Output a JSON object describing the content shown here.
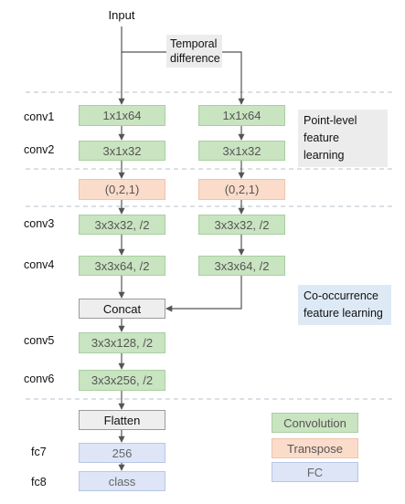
{
  "input_label": "Input",
  "temporal_label_line1": "Temporal",
  "temporal_label_line2": "difference",
  "rows": {
    "conv1": "conv1",
    "conv2": "conv2",
    "conv3": "conv3",
    "conv4": "conv4",
    "conv5": "conv5",
    "conv6": "conv6",
    "fc7": "fc7",
    "fc8": "fc8"
  },
  "left_branch": {
    "conv1": "1x1x64",
    "conv2": "3x1x32",
    "transpose": "(0,2,1)",
    "conv3": "3x3x32, /2",
    "conv4": "3x3x64, /2"
  },
  "right_branch": {
    "conv1": "1x1x64",
    "conv2": "3x1x32",
    "transpose": "(0,2,1)",
    "conv3": "3x3x32, /2",
    "conv4": "3x3x64, /2"
  },
  "concat_label": "Concat",
  "conv5_box": "3x3x128, /2",
  "conv6_box": "3x3x256, /2",
  "flatten_label": "Flatten",
  "fc7_box": "256",
  "fc8_box": "class",
  "notes": {
    "point_line1": "Point-level",
    "point_line2": "feature learning",
    "cooc_line1": "Co-occurrence",
    "cooc_line2": "feature learning"
  },
  "legend": {
    "convolution": "Convolution",
    "transpose": "Transpose",
    "fc": "FC"
  },
  "colors": {
    "convolution": "#c9e4c0",
    "transpose": "#fbdccb",
    "fc": "#dde5f6",
    "operation": "#eeeeee",
    "point_note": "#ececec",
    "cooc_note": "#ddeaf6",
    "divider": "#b5c0cc"
  }
}
